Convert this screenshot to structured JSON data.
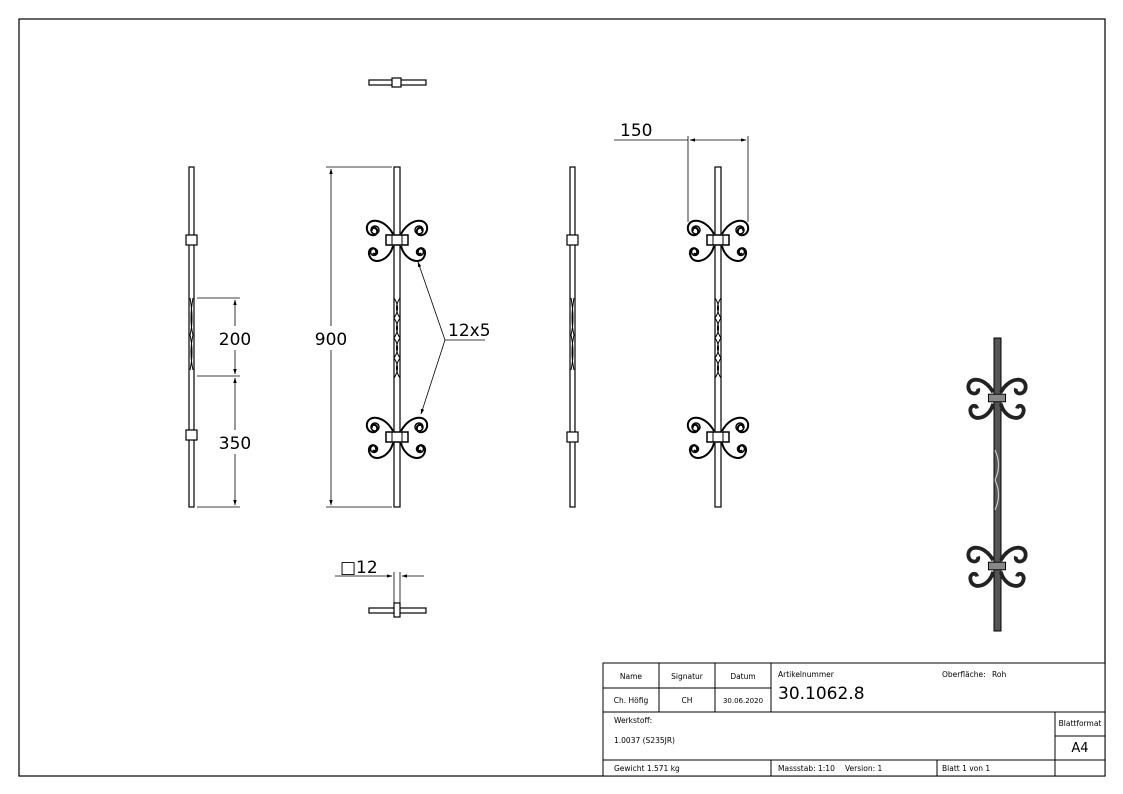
{
  "dimensions": {
    "d200": "200",
    "d350": "350",
    "d900": "900",
    "d150": "150",
    "d12x5": "12x5",
    "d12": "□12"
  },
  "title_block": {
    "name_label": "Name",
    "signature_label": "Signatur",
    "date_label": "Datum",
    "article_label": "Artikelnummer",
    "surface_label": "Oberfläche:",
    "surface_value": "Roh",
    "name_value": "Ch. Höfig",
    "signature_value": "CH",
    "date_value": "30.06.2020",
    "article_value": "30.1062.8",
    "material_label": "Werkstoff:",
    "material_value": "1.0037 (S235JR)",
    "sheet_format_label": "Blattformat",
    "sheet_format_value": "A4",
    "weight": "Gewicht 1.571 kg",
    "scale": "Massstab: 1:10",
    "version": "Version: 1",
    "sheet": "Blatt 1 von 1"
  }
}
